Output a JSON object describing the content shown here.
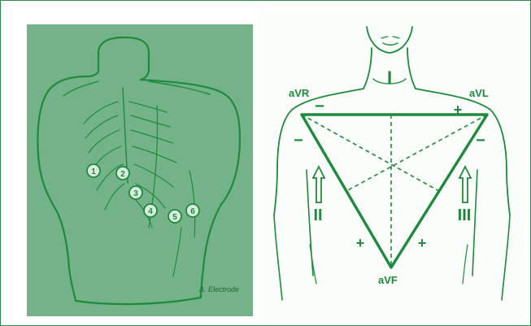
{
  "figure": {
    "ink_color": "#1e8a3c",
    "panel_bg": "#74b38a",
    "electrode_caption": "A. Electrode",
    "electrodes": [
      "1",
      "2",
      "3",
      "4",
      "5",
      "6"
    ]
  },
  "leads": {
    "avr": "aVR",
    "avl": "aVL",
    "avf": "aVF",
    "lead_i": "I",
    "lead_ii": "II",
    "lead_iii": "III",
    "plus": "+",
    "minus": "−"
  }
}
